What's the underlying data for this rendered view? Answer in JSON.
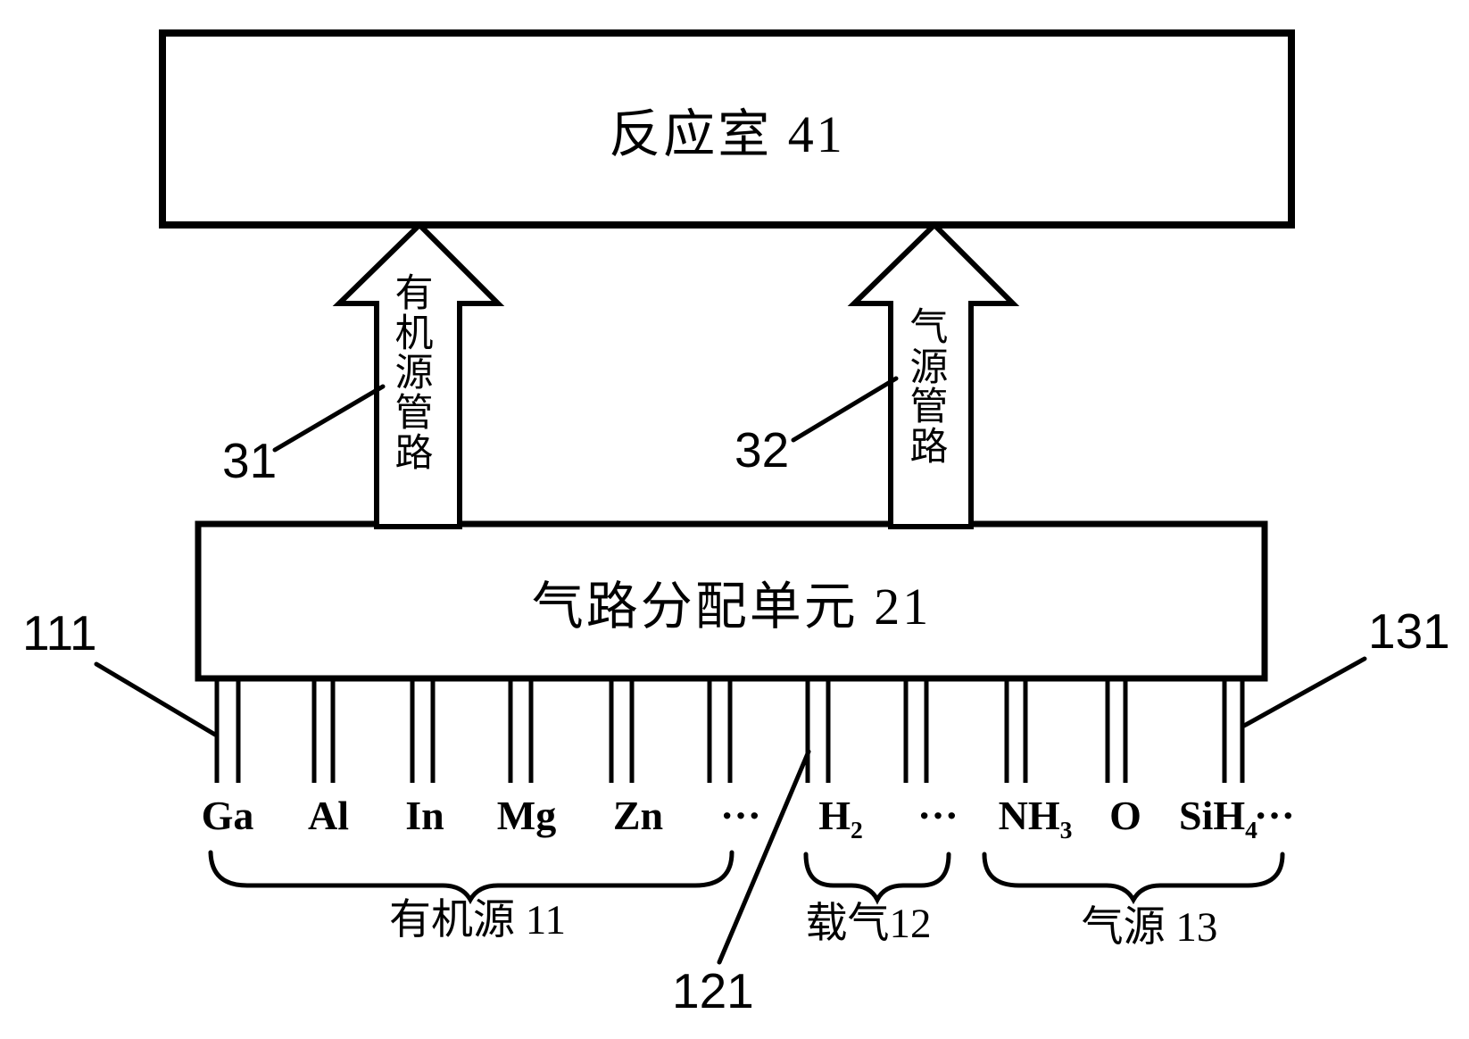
{
  "figure": {
    "background": "#ffffff",
    "ink": "#000000",
    "boxes": {
      "reaction": "反应室 41",
      "distribution": "气路分配单元 21"
    },
    "arrows": {
      "left_label": "有机源管路",
      "right_label": "气源管路"
    },
    "refs": {
      "r31": "31",
      "r32": "32",
      "r111": "111",
      "r121": "121",
      "r131": "131"
    }
  },
  "gases": [
    {
      "main": "Ga"
    },
    {
      "main": "Al"
    },
    {
      "main": "In"
    },
    {
      "main": "Mg"
    },
    {
      "main": "Zn"
    },
    {
      "main": "···"
    },
    {
      "main": "H",
      "sub": "2"
    },
    {
      "main": "···"
    },
    {
      "main": "NH",
      "sub": "3"
    },
    {
      "main": "O"
    },
    {
      "main": "SiH",
      "sub": "4"
    },
    {
      "main": "···"
    }
  ],
  "groups": [
    {
      "label": "有机源 11"
    },
    {
      "label": "载气12"
    },
    {
      "label": "气源 13"
    }
  ]
}
